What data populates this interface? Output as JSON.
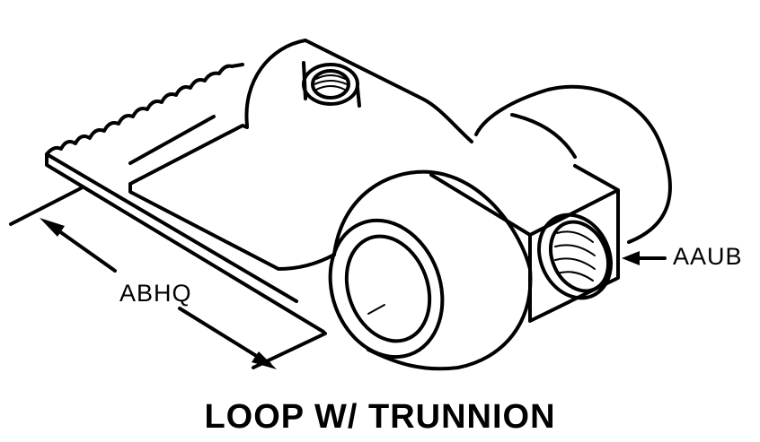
{
  "labels": {
    "dimension_label": "ABHQ",
    "port_label": "AAUB"
  },
  "caption": "LOOP W/ TRUNNION",
  "colors": {
    "line": "#000000",
    "background": "#ffffff"
  }
}
